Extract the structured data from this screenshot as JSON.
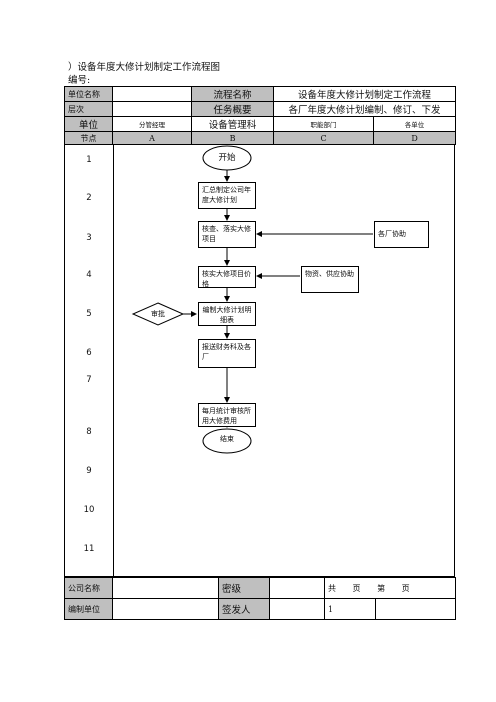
{
  "doc": {
    "title": "）设备年度大修计划制定工作流程图",
    "number_label": "编号:"
  },
  "header": {
    "unit_name_label": "单位名称",
    "flow_name_label": "流程名称",
    "flow_name_value": "设备年度大修计划制定工作流程",
    "level_label": "层次",
    "task_summary_label": "任务概要",
    "task_summary_value": "各厂年度大修计划编制、修订、下发",
    "unit_label": "单位",
    "unit_a": "分管经理",
    "unit_b": "设备管理科",
    "unit_c": "职能部门",
    "unit_d": "各单位",
    "node_label": "节点",
    "node_a": "A",
    "node_b": "B",
    "node_c": "C",
    "node_d": "D"
  },
  "rows": [
    "1",
    "2",
    "3",
    "4",
    "5",
    "6",
    "7",
    "8",
    "9",
    "10",
    "11"
  ],
  "flow": {
    "start": "开始",
    "step_summary": "汇总制定公司年度大修计划",
    "step_verify": "核查、落实大修项目",
    "step_factory_assist": "各厂协助",
    "step_check_items": "核实大修项目价格",
    "step_material_supply": "物资、供应协助",
    "step_approve": "审批",
    "step_compile": "编制大修计划明细表",
    "step_report": "报送财务科及各厂",
    "step_monthly": "每月统计审核所用大修费用",
    "end": "结束"
  },
  "footer": {
    "company_label": "公司名称",
    "secret_label": "密级",
    "pages_label": "共 页 第 页",
    "compiler_label": "编制单位",
    "signer_label": "签发人",
    "page_no": "1"
  }
}
